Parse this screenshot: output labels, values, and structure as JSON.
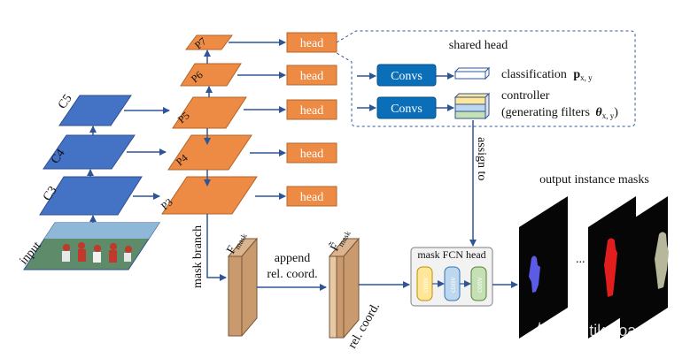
{
  "backbone": {
    "c3": "C3",
    "c4": "C4",
    "c5": "C5",
    "input": "input"
  },
  "fpn": {
    "p3": "P3",
    "p4": "P4",
    "p5": "P5",
    "p6": "P6",
    "p7": "P7"
  },
  "heads": {
    "label": "head"
  },
  "shared_head": {
    "title": "shared head",
    "convs_label": "Convs",
    "classification": "classification",
    "classification_sym": "p",
    "classification_sub": "x, y",
    "controller": "controller",
    "controller_detail_pre": "(generating filters",
    "controller_sym": "θ",
    "controller_sub": "x, y",
    "controller_detail_post": ")"
  },
  "mask_branch": {
    "label": "mask branch",
    "f_mask": "F",
    "f_mask_sub": "mask",
    "append": "append",
    "rel_coord_text": "rel. coord.",
    "f_mask_tilde": "F̃",
    "f_mask_tilde_sub": "mask",
    "rel_coord_side": "rel. coord."
  },
  "assign": "assign to",
  "mask_fcn": {
    "title": "mask FCN head",
    "conv": "conv"
  },
  "output": {
    "title": "output instance masks",
    "ellipsis": "..."
  },
  "watermark": "知乎 @tik boa",
  "colors": {
    "backbone": "#4472C4",
    "fpn": "#ED8B45",
    "convs": "#0B6EB8",
    "feature": "#C89A6E",
    "conv_yellow": "#FFE699",
    "conv_blue": "#BDD7EE",
    "conv_green": "#C5E0B4",
    "arrow": "#2F5597"
  }
}
